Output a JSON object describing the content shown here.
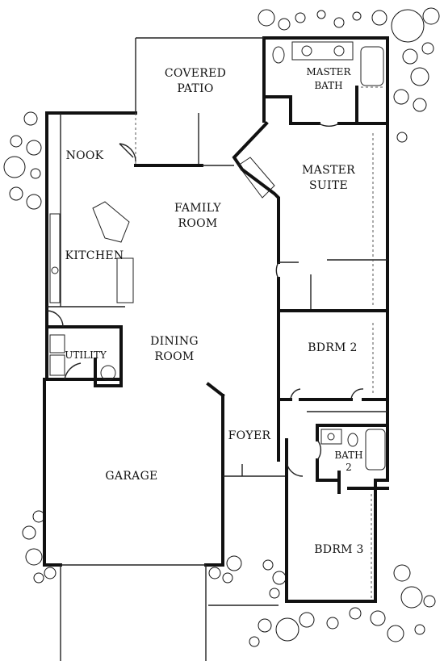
{
  "rooms": {
    "covered_patio": {
      "line1": "COVERED",
      "line2": "PATIO"
    },
    "master_bath": {
      "line1": "MASTER",
      "line2": "BATH"
    },
    "nook": {
      "label": "NOOK"
    },
    "master_suite": {
      "line1": "MASTER",
      "line2": "SUITE"
    },
    "family_room": {
      "line1": "FAMILY",
      "line2": "ROOM"
    },
    "kitchen": {
      "label": "KITCHEN"
    },
    "dining_room": {
      "line1": "DINING",
      "line2": "ROOM"
    },
    "utility": {
      "label": "UTILITY"
    },
    "bdrm2": {
      "label": "BDRM 2"
    },
    "foyer": {
      "label": "FOYER"
    },
    "bath2": {
      "line1": "BATH",
      "line2": "2"
    },
    "garage": {
      "label": "GARAGE"
    },
    "bdrm3": {
      "label": "BDRM 3"
    }
  }
}
